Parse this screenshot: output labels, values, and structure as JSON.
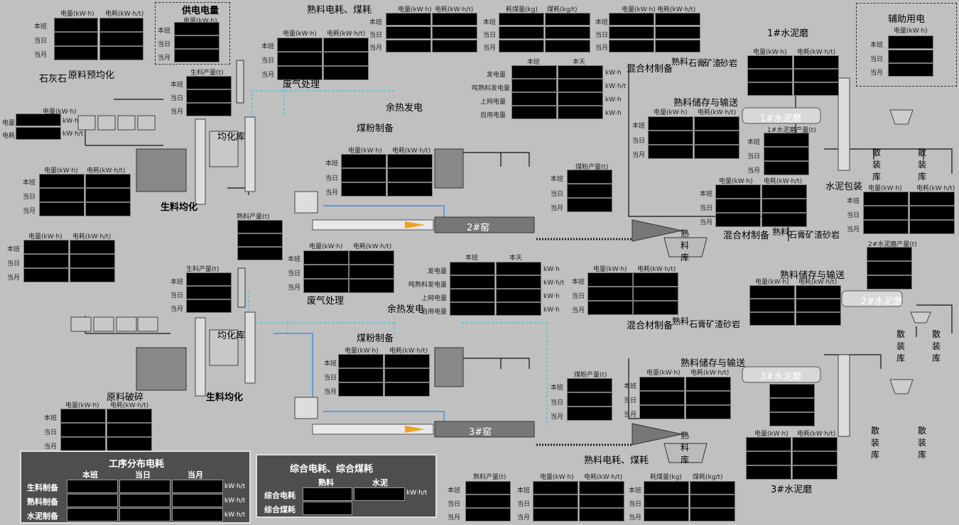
{
  "rows": [
    "本班",
    "当日",
    "当月"
  ],
  "units": {
    "kwh": "kW·h",
    "kwht": "kW·h/t"
  },
  "hdr": {
    "dl": "电量(kW·h)",
    "dh": "电耗(kW·h/t)",
    "sl": "熟料产量(t)",
    "shl": "生料产量(t)",
    "ml": "耗煤量(kg)",
    "mh": "煤耗(kg/t)",
    "mf": "煤粉产量(t)",
    "sn1": "1#水泥磨产量(t)",
    "sn2": "2#水泥磨产量(t)",
    "bb": "本班",
    "bt": "本天"
  },
  "power_rows": [
    "发电量",
    "吨熟料发电量",
    "上网电量",
    "自用电量"
  ],
  "side_rows": [
    "电量",
    "电耗"
  ],
  "labels": {
    "gongdian": "供电电量",
    "shuliao_top": "熟料电耗、煤耗",
    "shuini1": "1#水泥磨",
    "fuzhu": "辅助用电",
    "shihuishi": "石灰石",
    "yuanliao_yjh": "原料预均化",
    "feiqi1": "废气处理",
    "feiqi2": "废气处理",
    "yure1": "余热发电",
    "yure2": "余热发电",
    "meifen1": "煤粉制备",
    "meifen2": "煤粉制备",
    "junhua1": "均化库",
    "junhua2": "均化库",
    "shengliao1": "生料均化",
    "shengliao2": "生料均化",
    "yuanliao_ps": "原料破碎",
    "yao2": "2#窑",
    "yao3": "3#窑",
    "hhc1": "混合材制备",
    "hhc2": "混合材制备",
    "hhc3": "混合材制备",
    "scc1": "熟料储存与输送",
    "scc2": "熟料储存与输送",
    "scc3": "熟料储存与输送",
    "mill1": "1#水泥磨",
    "mill2": "2#水泥磨",
    "mill3": "3#水泥磨",
    "shuliaoku1": "熟料库",
    "shuliaoku2": "熟料库",
    "bao": "水泥包装",
    "sanzhuang": "散装库",
    "bottom_mid": "熟料电耗、煤耗",
    "shuini3": "3#水泥磨",
    "silo": [
      "熟料",
      "石膏",
      "矿渣",
      "砂岩"
    ]
  },
  "summary1": {
    "title": "工序分布电耗",
    "cols": [
      "本班",
      "当日",
      "当月"
    ],
    "rows": [
      "生料制备",
      "熟料制备",
      "水泥制备"
    ],
    "unit": "kW·h/t"
  },
  "summary2": {
    "title": "综合电耗、综合煤耗",
    "cols": [
      "熟料",
      "水泥"
    ],
    "rows": [
      "综合电耗",
      "综合煤耗"
    ],
    "unit": "kW·h/t"
  }
}
